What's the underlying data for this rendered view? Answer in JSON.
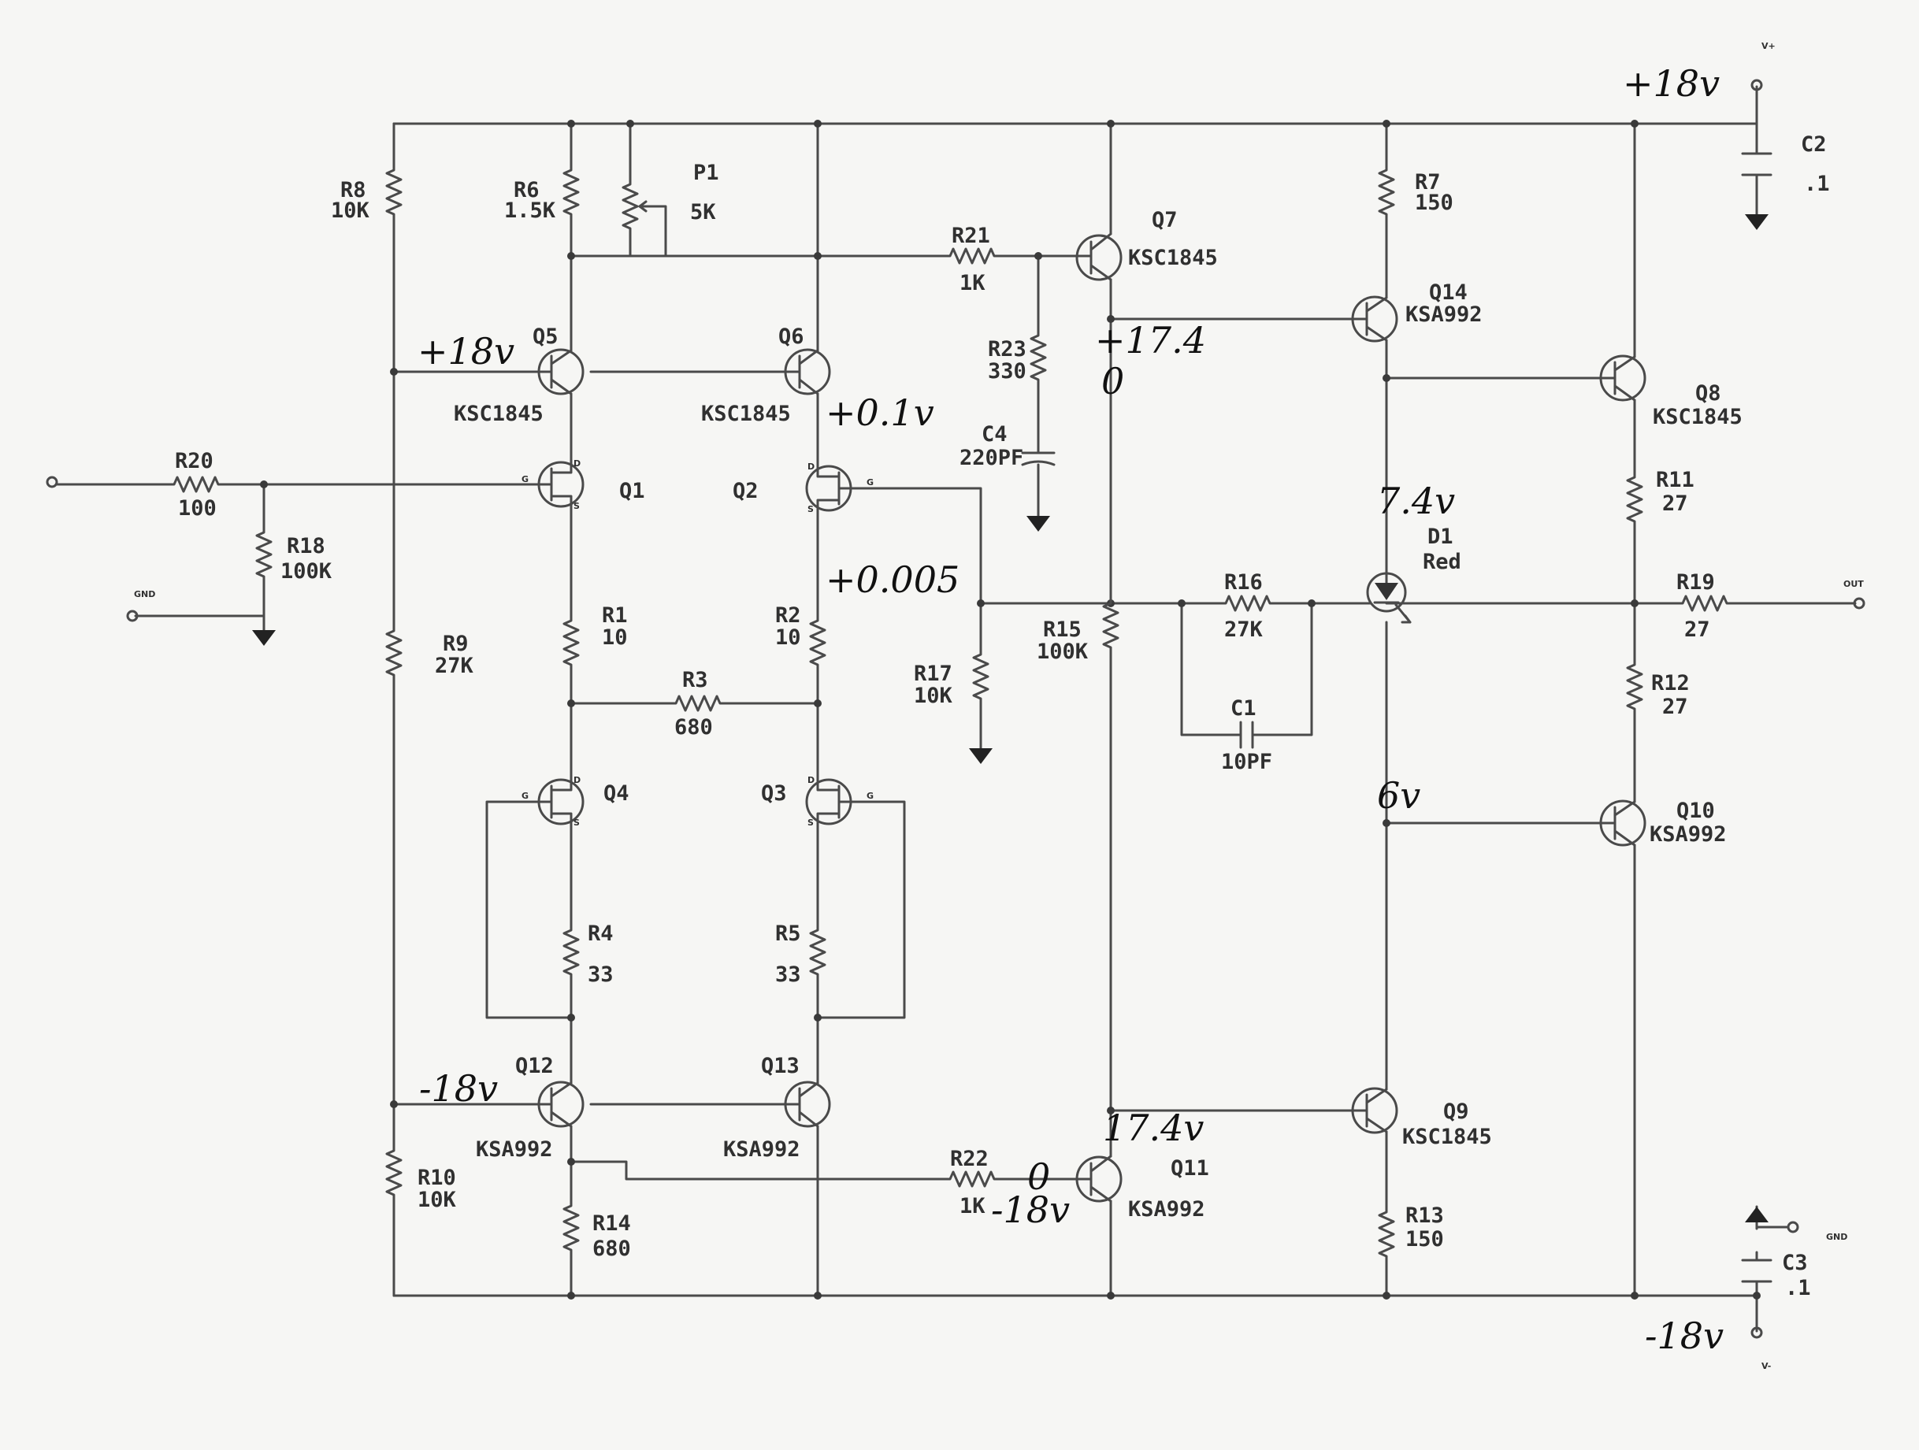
{
  "parts": {
    "R8": {
      "ref": "R8",
      "val": "10K"
    },
    "R6": {
      "ref": "R6",
      "val": "1.5K"
    },
    "P1": {
      "ref": "P1",
      "val": "5K"
    },
    "R21": {
      "ref": "R21",
      "val": "1K"
    },
    "Q7": {
      "ref": "Q7",
      "val": "KSC1845"
    },
    "R7": {
      "ref": "R7",
      "val": "150"
    },
    "C2": {
      "ref": "C2",
      "val": ".1"
    },
    "Q14": {
      "ref": "Q14",
      "val": "KSA992"
    },
    "R23": {
      "ref": "R23",
      "val": "330"
    },
    "Q5": {
      "ref": "Q5",
      "val": "KSC1845"
    },
    "Q6": {
      "ref": "Q6",
      "val": "KSC1845"
    },
    "Q8": {
      "ref": "Q8",
      "val": "KSC1845"
    },
    "C4": {
      "ref": "C4",
      "val": "220PF"
    },
    "R20": {
      "ref": "R20",
      "val": "100"
    },
    "Q1": {
      "ref": "Q1"
    },
    "Q2": {
      "ref": "Q2"
    },
    "R11": {
      "ref": "R11",
      "val": "27"
    },
    "R18": {
      "ref": "R18",
      "val": "100K"
    },
    "D1": {
      "ref": "D1",
      "val": "Red"
    },
    "R16": {
      "ref": "R16",
      "val": "27K"
    },
    "R19": {
      "ref": "R19",
      "val": "27"
    },
    "R1": {
      "ref": "R1",
      "val": "10"
    },
    "R2": {
      "ref": "R2",
      "val": "10"
    },
    "R15": {
      "ref": "R15",
      "val": "100K"
    },
    "R9": {
      "ref": "R9",
      "val": "27K"
    },
    "R3": {
      "ref": "R3",
      "val": "680"
    },
    "R17": {
      "ref": "R17",
      "val": "10K"
    },
    "R12": {
      "ref": "R12",
      "val": "27"
    },
    "C1": {
      "ref": "C1",
      "val": "10PF"
    },
    "Q4": {
      "ref": "Q4"
    },
    "Q3": {
      "ref": "Q3"
    },
    "Q10": {
      "ref": "Q10",
      "val": "KSA992"
    },
    "R4": {
      "ref": "R4",
      "val": "33"
    },
    "R5": {
      "ref": "R5",
      "val": "33"
    },
    "Q12": {
      "ref": "Q12",
      "val": "KSA992"
    },
    "Q13": {
      "ref": "Q13",
      "val": "KSA992"
    },
    "Q9": {
      "ref": "Q9",
      "val": "KSC1845"
    },
    "R22": {
      "ref": "R22",
      "val": "1K"
    },
    "Q11": {
      "ref": "Q11",
      "val": "KSA992"
    },
    "R10": {
      "ref": "R10",
      "val": "10K"
    },
    "R14": {
      "ref": "R14",
      "val": "680"
    },
    "R13": {
      "ref": "R13",
      "val": "150"
    },
    "C3": {
      "ref": "C3",
      "val": ".1"
    }
  },
  "ports": {
    "vplus": "V+",
    "vminus": "V-",
    "gnd_in": "GND",
    "gnd_supply": "GND",
    "out": "OUT"
  },
  "pins": {
    "d": "D",
    "s": "S",
    "g": "G"
  },
  "notes": {
    "supply_pos": "+18v",
    "q5_base": "+18v",
    "q6_emitter": "+0.1v",
    "q7_emitter": "+17.4",
    "zero_mark": "0",
    "q2_drain": "+0.005",
    "d1_anode": "7.4v",
    "q10_base": "6v",
    "q12_base": "-18v",
    "q9_base": "17.4v",
    "q11_zero": "0",
    "q11_base": "-18v",
    "supply_neg": "-18v"
  }
}
